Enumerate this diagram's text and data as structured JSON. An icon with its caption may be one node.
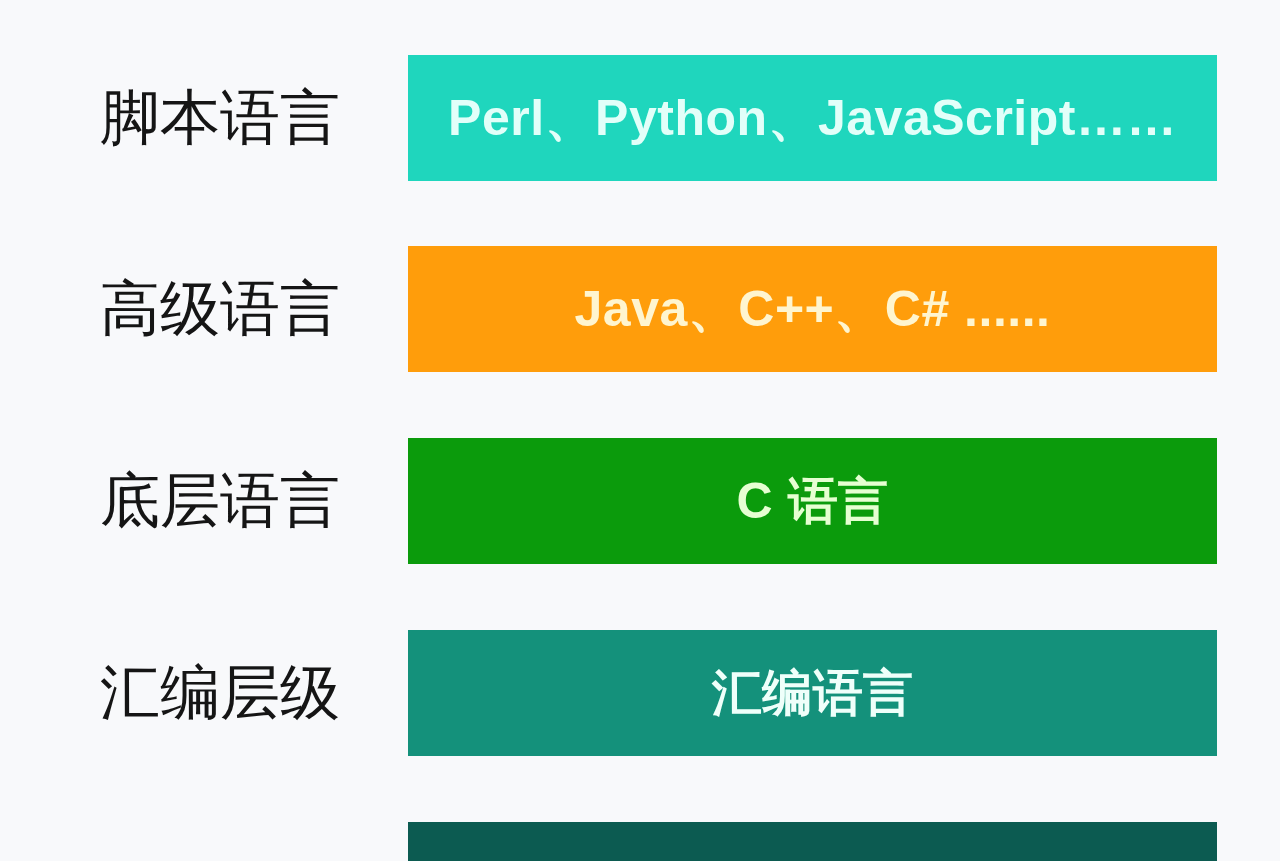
{
  "diagram": {
    "nodes": [
      {
        "text": [
          "Perl、Python、JavaScript……"
        ],
        "beside": [
          "脚本语言"
        ]
      },
      {
        "text": [
          "Java、C++、C# ......"
        ],
        "beside": [
          "高级语言"
        ]
      },
      {
        "text": [
          "C 语言"
        ],
        "beside": [
          "底层语言"
        ]
      },
      {
        "text": [
          "汇编语言"
        ],
        "beside": [
          "汇编层级"
        ]
      },
      {
        "text": [],
        "shape": "box"
      }
    ]
  }
}
